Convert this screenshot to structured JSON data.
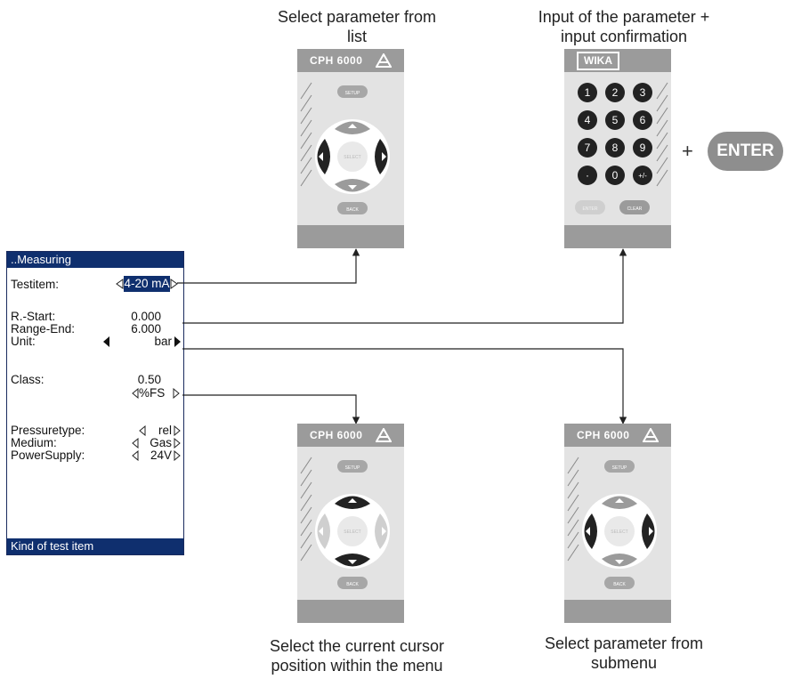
{
  "captions": {
    "top_left": [
      "Select parameter from",
      "list"
    ],
    "top_right": [
      "Input of the parameter +",
      "input confirmation"
    ],
    "bottom_left": [
      "Select the current cursor",
      "position within the menu"
    ],
    "bottom_right": [
      "Select parameter from",
      "submenu"
    ]
  },
  "screen": {
    "header": "..Measuring",
    "footer": "Kind of test item",
    "testitem_label": "Testitem:",
    "testitem_value": "4-20 mA",
    "rstart_label": "R.-Start:",
    "rstart_value": "0.000",
    "rangeend_label": "Range-End:",
    "rangeend_value": "6.000",
    "unit_label": "Unit:",
    "unit_value": "bar",
    "class_label": "Class:",
    "class_value": "0.50",
    "class_unit": "%FS",
    "pressuretype_label": "Pressuretype:",
    "pressuretype_value": "rel",
    "medium_label": "Medium:",
    "medium_value": "Gas",
    "powersupply_label": "PowerSupply:",
    "powersupply_value": "24V"
  },
  "device": {
    "brand": "CPH 6000",
    "setup": "SETUP",
    "select": "SELECT",
    "back": "BACK"
  },
  "keypad": {
    "brand": "WIKA",
    "keys": [
      "1",
      "2",
      "3",
      "4",
      "5",
      "6",
      "7",
      "8",
      "9",
      "·",
      "0",
      "+/-"
    ],
    "enter_small": "ENTER",
    "clear": "CLEAR"
  },
  "enter": {
    "plus": "+",
    "label": "ENTER"
  },
  "colors": {
    "highlight": "#0f2f6e",
    "device_dark": "#9b9b9b",
    "device_light": "#e3e3e3",
    "arrow": "#222222"
  }
}
